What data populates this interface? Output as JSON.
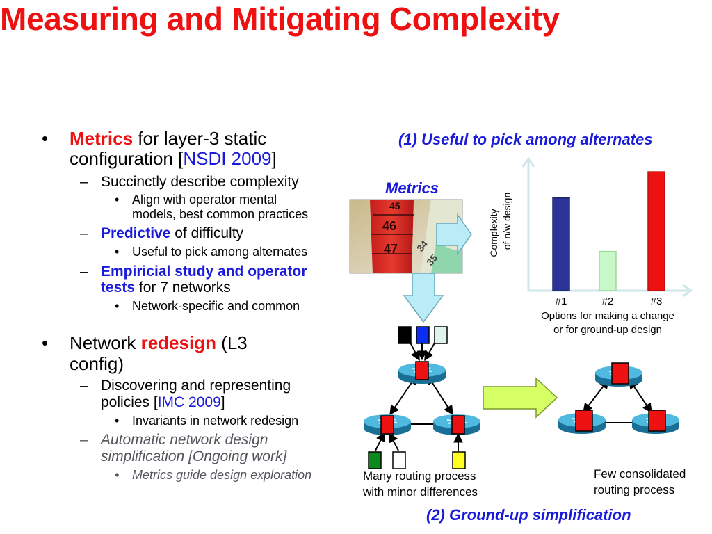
{
  "title": "Measuring and Mitigating Complexity",
  "left": {
    "b1": {
      "bullet": "•",
      "metrics": "Metrics",
      "rest1": " for layer-3 static",
      "rest2a": "configuration [",
      "nsdi": "NSDI 2009",
      "rest2b": "]",
      "sub1": {
        "dash": "–",
        "text": "Succinctly describe complexity"
      },
      "sub1a": {
        "dot": "•",
        "line1": "Align with operator mental",
        "line2": "models, best common practices"
      },
      "sub2": {
        "dash": "–",
        "bold": "Predictive",
        "rest": " of difficulty"
      },
      "sub2a": {
        "dot": "•",
        "text": "Useful to pick among alternates"
      },
      "sub3": {
        "dash": "–",
        "bold1": "Empiricial study and operator",
        "bold2": "tests",
        "rest": " for 7 networks"
      },
      "sub3a": {
        "dot": "•",
        "text": "Network-specific and common"
      }
    },
    "b2": {
      "bullet": "•",
      "a": "Network ",
      "redesign": "redesign",
      "b": " (L3",
      "line2": "config)",
      "sub1": {
        "dash": "–",
        "line1": "Discovering and representing",
        "line2a": "policies [",
        "imc": "IMC 2009",
        "line2b": "]"
      },
      "sub1a": {
        "dot": "•",
        "text": "Invariants in network redesign"
      },
      "sub2": {
        "dash": "–",
        "line1": "Automatic network design",
        "line2": "simplification [Ongoing work]"
      },
      "sub2a": {
        "dot": "•",
        "text": "Metrics guide design exploration"
      }
    }
  },
  "right": {
    "useful_caption": "(1) Useful to pick among alternates",
    "metrics_label": "Metrics",
    "tape_numbers": [
      "45",
      "46",
      "47",
      "34",
      "35"
    ],
    "ground_caption": "(2) Ground-up simplification",
    "many_caption": {
      "line1": "Many routing process",
      "line2": "with minor differences"
    },
    "few_caption": {
      "line1": "Few consolidated",
      "line2": "routing process"
    }
  },
  "chart_data": {
    "type": "bar",
    "categories": [
      "#1",
      "#2",
      "#3"
    ],
    "values": [
      0.78,
      0.33,
      1.0
    ],
    "colors": [
      "#2b3494",
      "#c8f7c8",
      "#ee1111"
    ],
    "ylabel_line1": "Complexity",
    "ylabel_line2": "of n/w design",
    "xlabel_line1": "Options for making a change",
    "xlabel_line2": "or for ground-up design",
    "ylim": [
      0,
      1.1
    ],
    "grid": false,
    "legend": "none"
  },
  "colors": {
    "title": "#ee1111",
    "accent_blue": "#1a1adb",
    "arrow_fill": "#b9ecf7",
    "process_arrow": "#d6ff66",
    "router": "#2a9cc4",
    "router_box": "#ee1111"
  },
  "icons": [
    "measuring-tape-photo",
    "router-icon",
    "routing-process-box-icon",
    "right-arrow-icon",
    "down-arrow-icon"
  ]
}
